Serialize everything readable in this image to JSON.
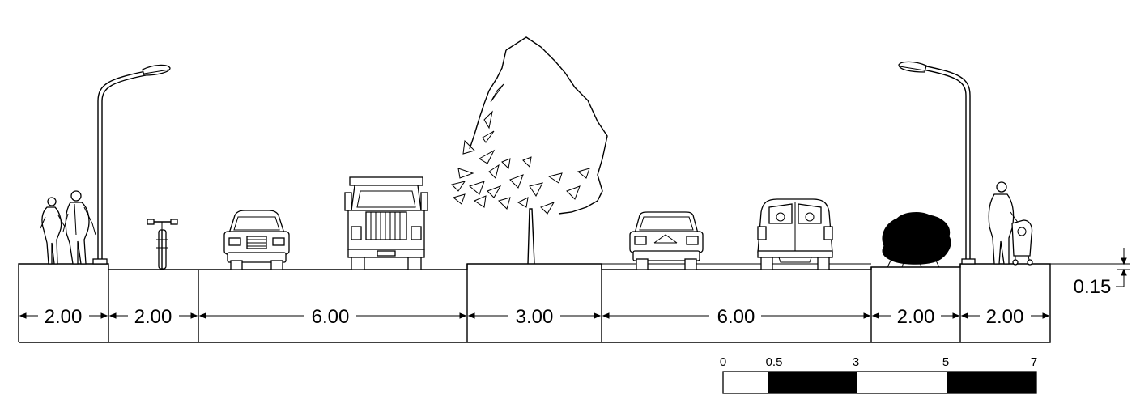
{
  "dimensions": [
    "2.00",
    "2.00",
    "6.00",
    "3.00",
    "6.00",
    "2.00",
    "2.00"
  ],
  "curb_height": "0.15",
  "scale_bar": {
    "labels": [
      "0",
      "0.5",
      "3",
      "5",
      "7"
    ]
  }
}
